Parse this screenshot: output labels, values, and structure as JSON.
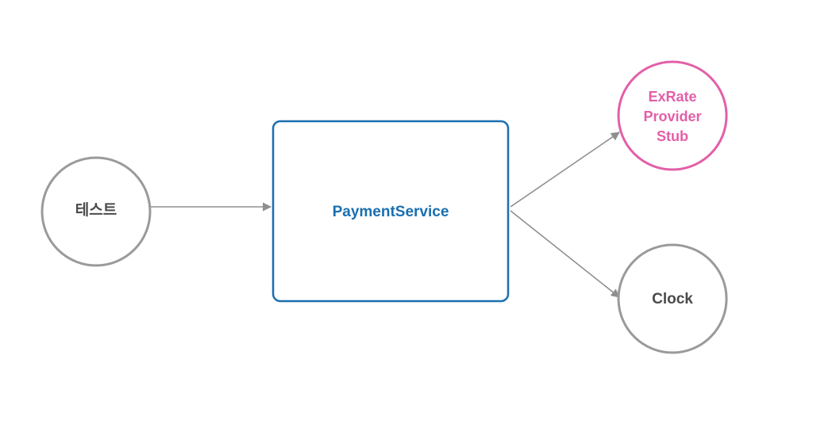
{
  "diagram": {
    "nodes": {
      "test": {
        "label": "테스트",
        "shape": "circle",
        "stroke_color": "#9a9a9a",
        "text_color": "#4a4a4a"
      },
      "payment_service": {
        "label": "PaymentService",
        "shape": "rounded-rect",
        "stroke_color": "#1a6fb0",
        "text_color": "#1a6fb0"
      },
      "exrate_provider_stub": {
        "label_lines": [
          "ExRate",
          "Provider",
          "Stub"
        ],
        "shape": "circle",
        "stroke_color": "#e35fa8",
        "text_color": "#e35fa8"
      },
      "clock": {
        "label": "Clock",
        "shape": "circle",
        "stroke_color": "#9a9a9a",
        "text_color": "#4a4a4a"
      }
    },
    "edges": [
      {
        "from": "테스트",
        "to": "PaymentService"
      },
      {
        "from": "PaymentService",
        "to": "ExRate Provider Stub"
      },
      {
        "from": "PaymentService",
        "to": "Clock"
      }
    ],
    "edge_color": "#8f8f8f"
  }
}
